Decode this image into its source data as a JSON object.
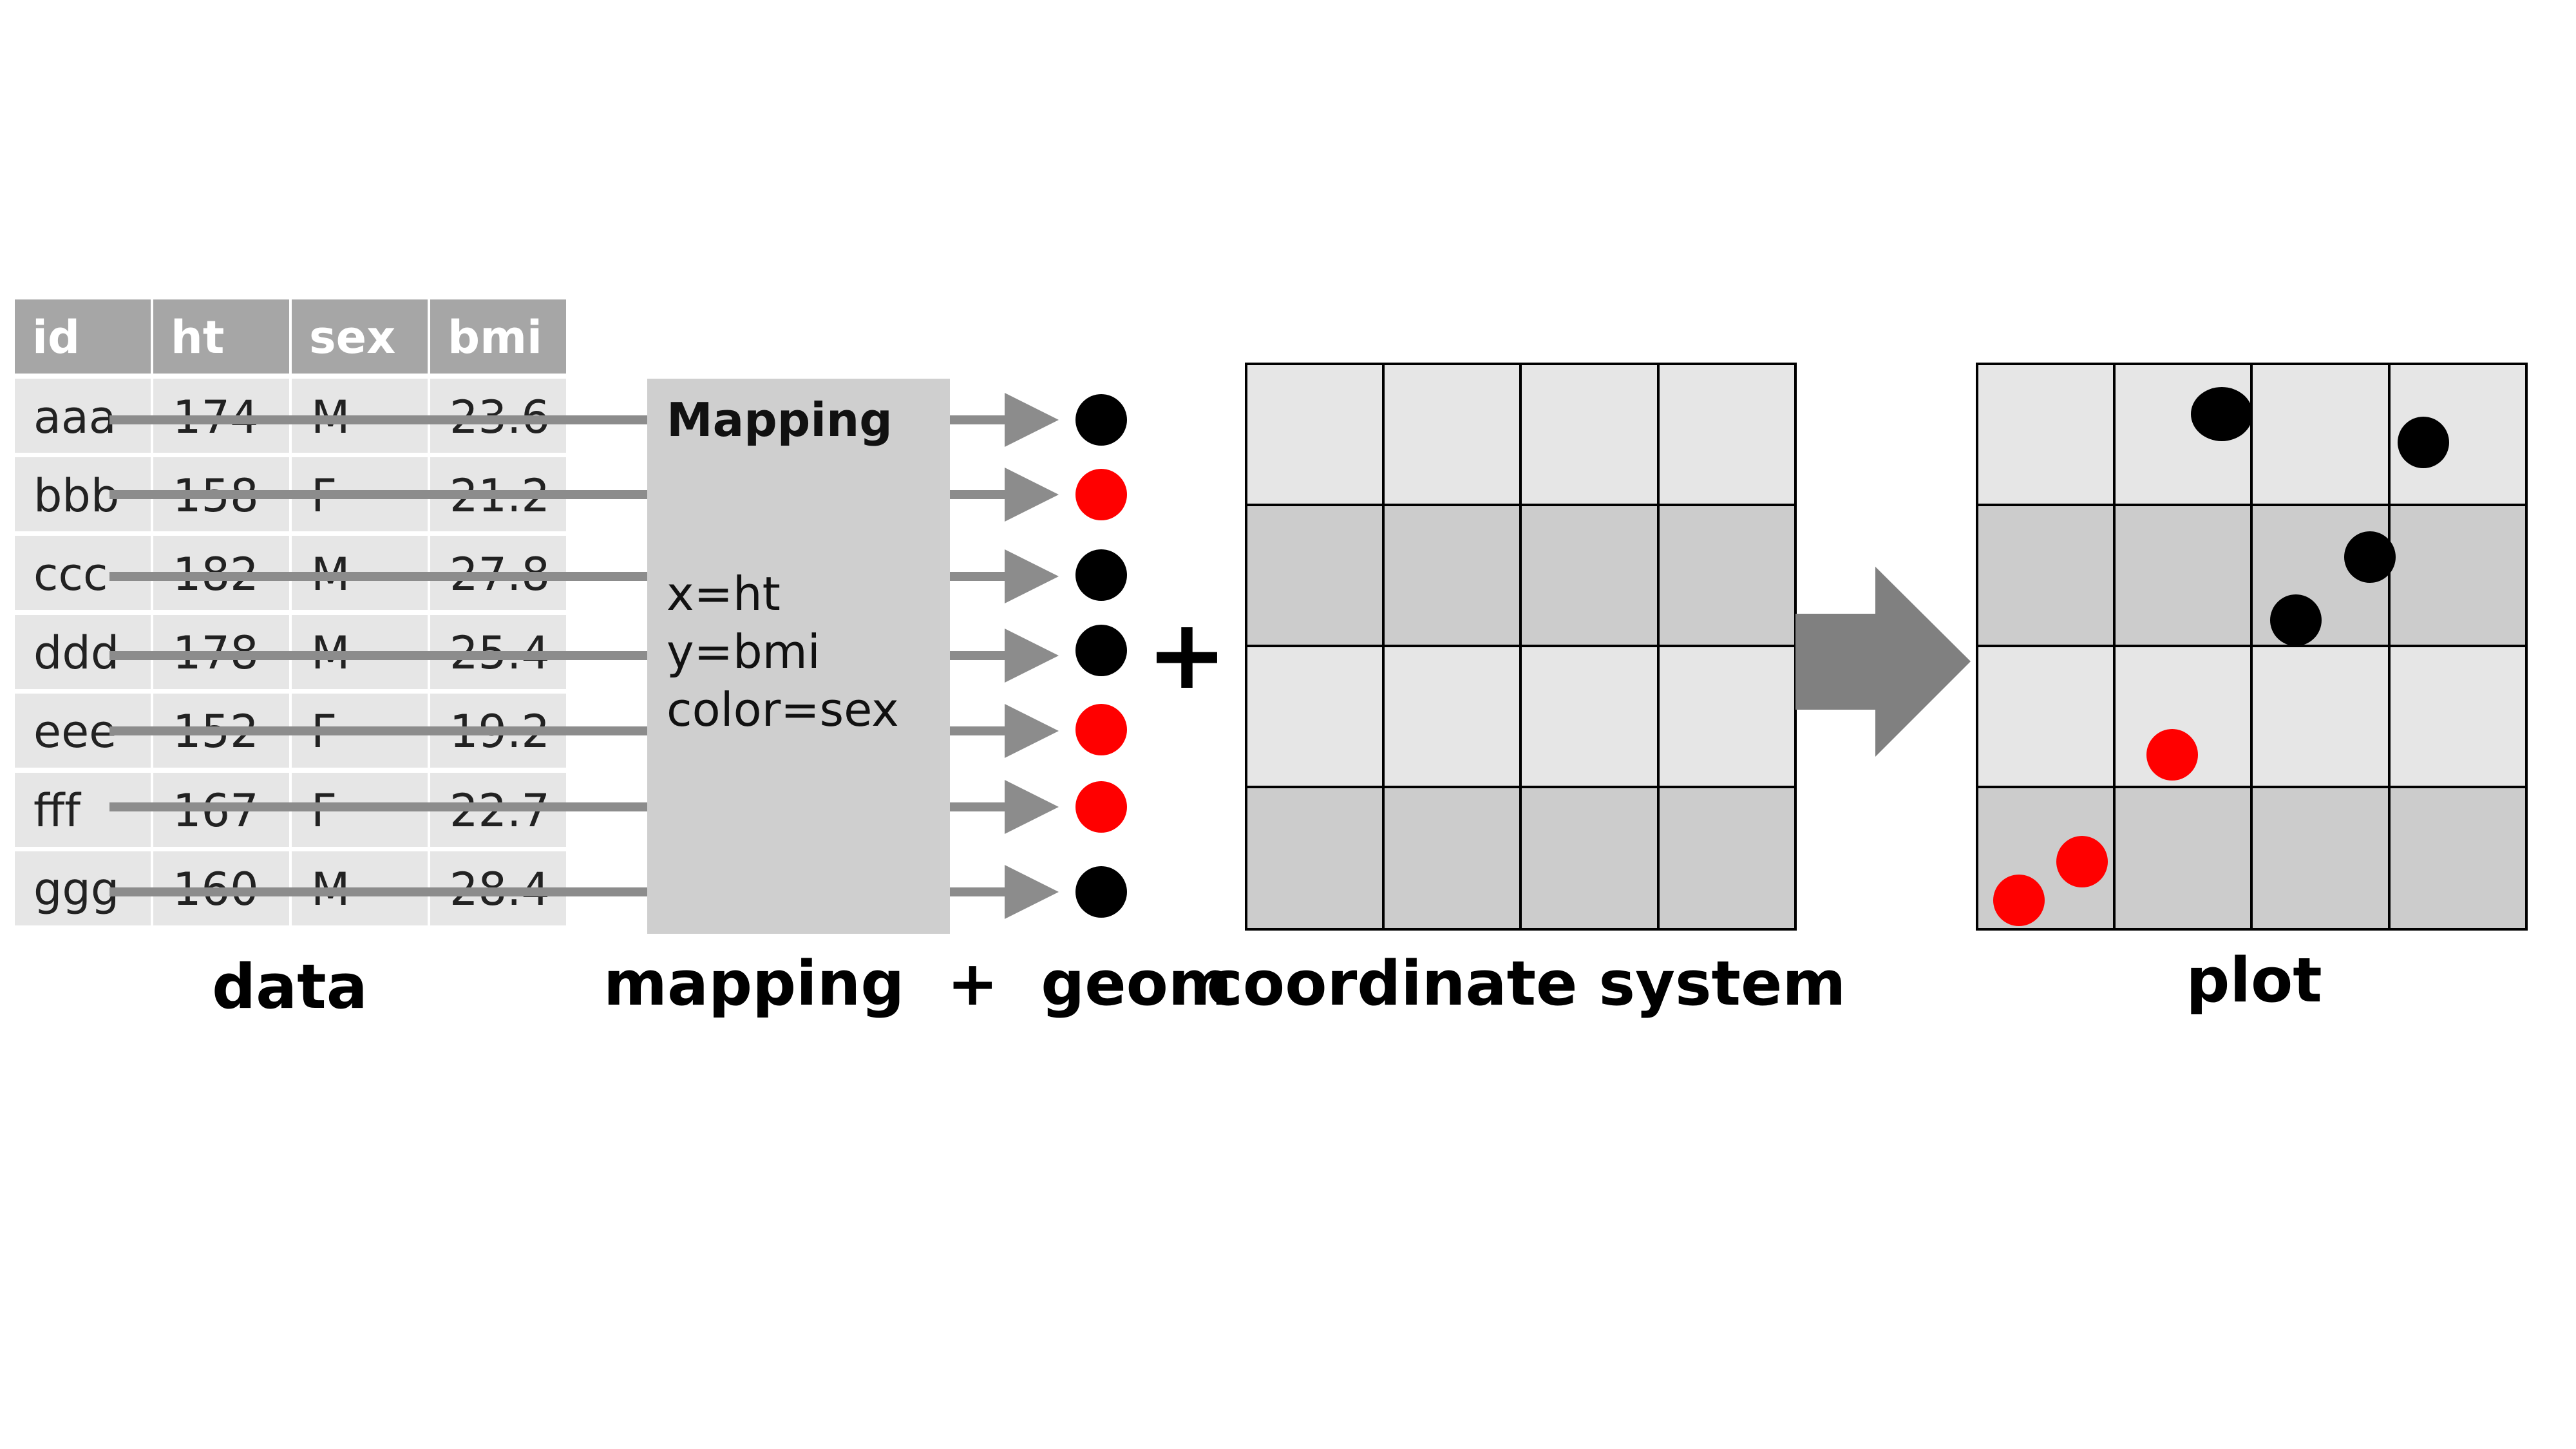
{
  "table": {
    "headers": [
      "id",
      "ht",
      "sex",
      "bmi"
    ],
    "rows": [
      [
        "aaa",
        "174",
        "M",
        "23.6"
      ],
      [
        "bbb",
        "158",
        "F",
        "21.2"
      ],
      [
        "ccc",
        "182",
        "M",
        "27.8"
      ],
      [
        "ddd",
        "178",
        "M",
        "25.4"
      ],
      [
        "eee",
        "152",
        "F",
        "19.2"
      ],
      [
        "fff",
        "167",
        "F",
        "22.7"
      ],
      [
        "ggg",
        "160",
        "M",
        "28.4"
      ]
    ]
  },
  "mapping_box": {
    "title": "Mapping",
    "lines": [
      "x=ht",
      "y=bmi",
      "color=sex"
    ]
  },
  "geom_points": [
    "black",
    "red",
    "black",
    "black",
    "red",
    "red",
    "black"
  ],
  "plus_sign": "+",
  "captions": {
    "data": "data",
    "mapping_geom": "mapping  +  geom",
    "coordinate_system": "coordinate system",
    "plot": "plot"
  },
  "colors": {
    "header_bg": "#a6a6a6",
    "row_bg": "#e6e6e6",
    "mapping_bg": "#cfcfcf",
    "arrow": "#8c8c8c",
    "band_light": "#e6e6e6",
    "band_dark": "#cccccc",
    "point_black": "#000000",
    "point_red": "#ff0000"
  },
  "plot_points": [
    {
      "color": "black"
    },
    {
      "color": "black"
    },
    {
      "color": "black"
    },
    {
      "color": "black"
    },
    {
      "color": "red"
    },
    {
      "color": "red"
    },
    {
      "color": "red"
    }
  ]
}
